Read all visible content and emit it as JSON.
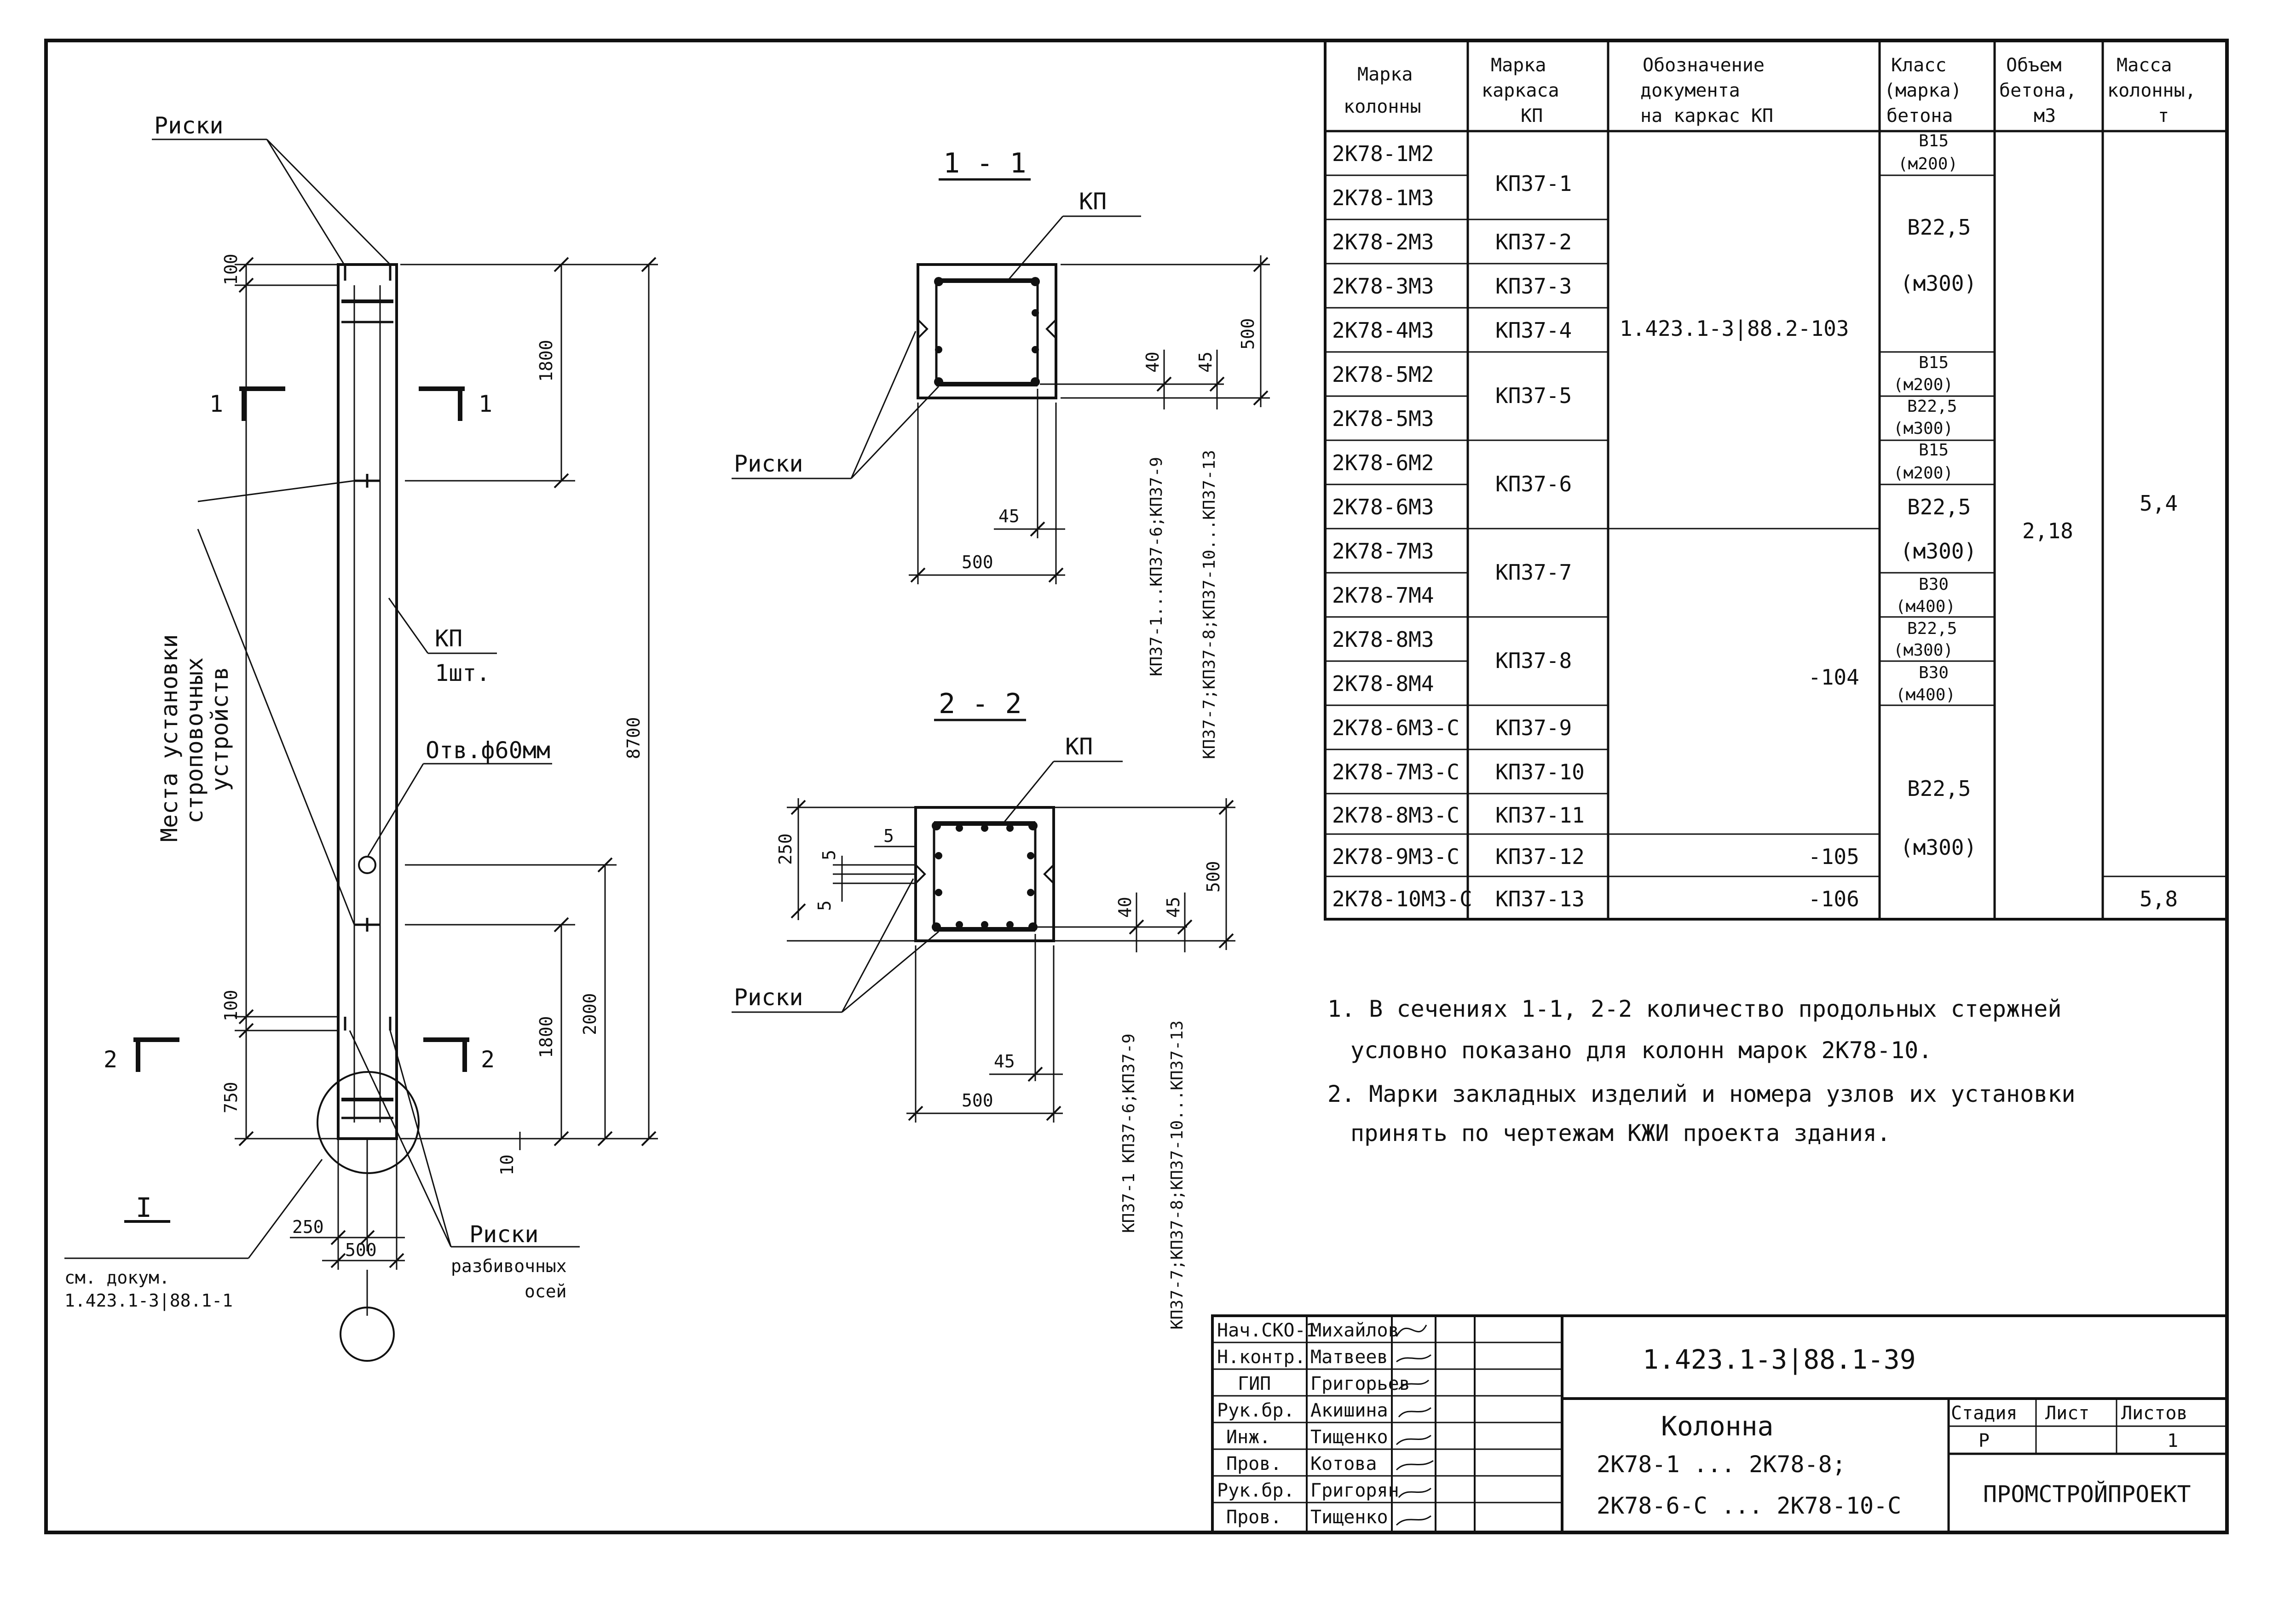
{
  "labels": {
    "riski": "Риски",
    "kp": "КП",
    "kp_count": "1шт.",
    "hole": "Отв.ф60мм",
    "mesta_line1": "Места установки",
    "mesta_line2": "строповочных",
    "mesta_line3": "устройств",
    "razbiv_line1": "разбивочных",
    "razbiv_line2": "осей",
    "node_mark": "I",
    "see_doc_line1": "см. докум.",
    "see_doc_line2": "1.423.1-3|88.1-1",
    "section_1": "1",
    "section_2": "2",
    "section_title_1": "1 - 1",
    "section_title_2": "2 - 2"
  },
  "dimensions": {
    "d100_top": "100",
    "d1800_top": "1800",
    "d8700": "8700",
    "d100_bot": "100",
    "d750": "750",
    "d1800_bot": "1800",
    "d2000": "2000",
    "d10": "10",
    "d250_node": "250",
    "d500_node": "500",
    "s1_500_right": "500",
    "s1_40": "40",
    "s1_45_right": "45",
    "s1_45_bottom": "45",
    "s1_500_bottom": "500",
    "s1_kp_line1": "КП37-1...КП37-6;КП37-9",
    "s1_kp_line2": "КП37-7;КП37-8;КП37-10...КП37-13",
    "s2_250": "250",
    "s2_5a": "5",
    "s2_5b": "5",
    "s2_5c": "5",
    "s2_500_right": "500",
    "s2_40": "40",
    "s2_45_right": "45",
    "s2_45_bottom": "45",
    "s2_500_bottom": "500",
    "s2_kp_line1": "КП37-1   КП37-6;КП37-9",
    "s2_kp_line2": "КП37-7;КП37-8;КП37-10...КП37-13"
  },
  "table": {
    "headers": [
      [
        "Марка",
        "колонны"
      ],
      [
        "Марка",
        "каркаса",
        "КП"
      ],
      [
        "Обозначение",
        "документа",
        "на каркас КП"
      ],
      [
        "Класс",
        "(марка)",
        "бетона"
      ],
      [
        "Объем",
        "бетона,",
        "м3"
      ],
      [
        "Масса",
        "колонны,",
        "т"
      ]
    ],
    "rows": [
      "2К78-1М2",
      "2К78-1М3",
      "2К78-2М3",
      "2К78-3М3",
      "2К78-4М3",
      "2К78-5М2",
      "2К78-5М3",
      "2К78-6М2",
      "2К78-6М3",
      "2К78-7М3",
      "2К78-7М4",
      "2К78-8М3",
      "2К78-8М4",
      "2К78-6М3-С",
      "2К78-7М3-С",
      "2К78-8М3-С",
      "2К78-9М3-С",
      "2К78-10М3-С"
    ],
    "frames": [
      "КП37-1",
      "КП37-2",
      "КП37-3",
      "КП37-4",
      "КП37-5",
      "КП37-6",
      "КП37-7",
      "КП37-8",
      "КП37-9",
      "КП37-10",
      "КП37-11",
      "КП37-12",
      "КП37-13"
    ],
    "docs": [
      "1.423.1-3|88.2-103",
      "-104",
      "-105",
      "-106"
    ],
    "concrete": [
      [
        "В15",
        "(м200)"
      ],
      [
        "В22,5"
      ],
      [
        "(м300)"
      ],
      [
        "В15",
        "(м200)"
      ],
      [
        "В22,5",
        "(м300)"
      ],
      [
        "В15",
        "(м200)"
      ],
      [
        "В22,5"
      ],
      [
        "(м300)"
      ],
      [
        "В30",
        "(м400)"
      ],
      [
        "В22,5",
        "(м300)"
      ],
      [
        "В30",
        "(м400)"
      ],
      [
        "В22,5"
      ],
      [
        "(м300)"
      ]
    ],
    "volume": "2,18",
    "mass": [
      "5,4",
      "5,8"
    ]
  },
  "notes": [
    "1. В сечениях 1-1, 2-2 количество продольных стержней",
    "условно показано для колонн марок 2К78-10.",
    "2. Марки закладных изделий и номера узлов их установки",
    "принять по чертежам КЖИ проекта здания."
  ],
  "stamp": {
    "roles": [
      "Нач.СКО-1",
      "Н.контр.",
      "ГИП",
      "Рук.бр.",
      "Инж.",
      "Пров.",
      "Рук.бр.",
      "Пров."
    ],
    "names": [
      "Михайлов",
      "Матвеев",
      "Григорьев",
      "Акишина",
      "Тищенко",
      "Котова",
      "Григорян",
      "Тищенко"
    ],
    "doc_code": "1.423.1-3|88.1-39",
    "title_line1": "Колонна",
    "title_line2": "2К78-1 ... 2К78-8;",
    "title_line3": "2К78-6-С ... 2К78-10-С",
    "stage_label": "Стадия",
    "sheet_label": "Лист",
    "sheets_label": "Листов",
    "stage_value": "Р",
    "sheet_value": "",
    "sheets_value": "1",
    "org": "ПРОМСТРОЙПРОЕКТ"
  }
}
